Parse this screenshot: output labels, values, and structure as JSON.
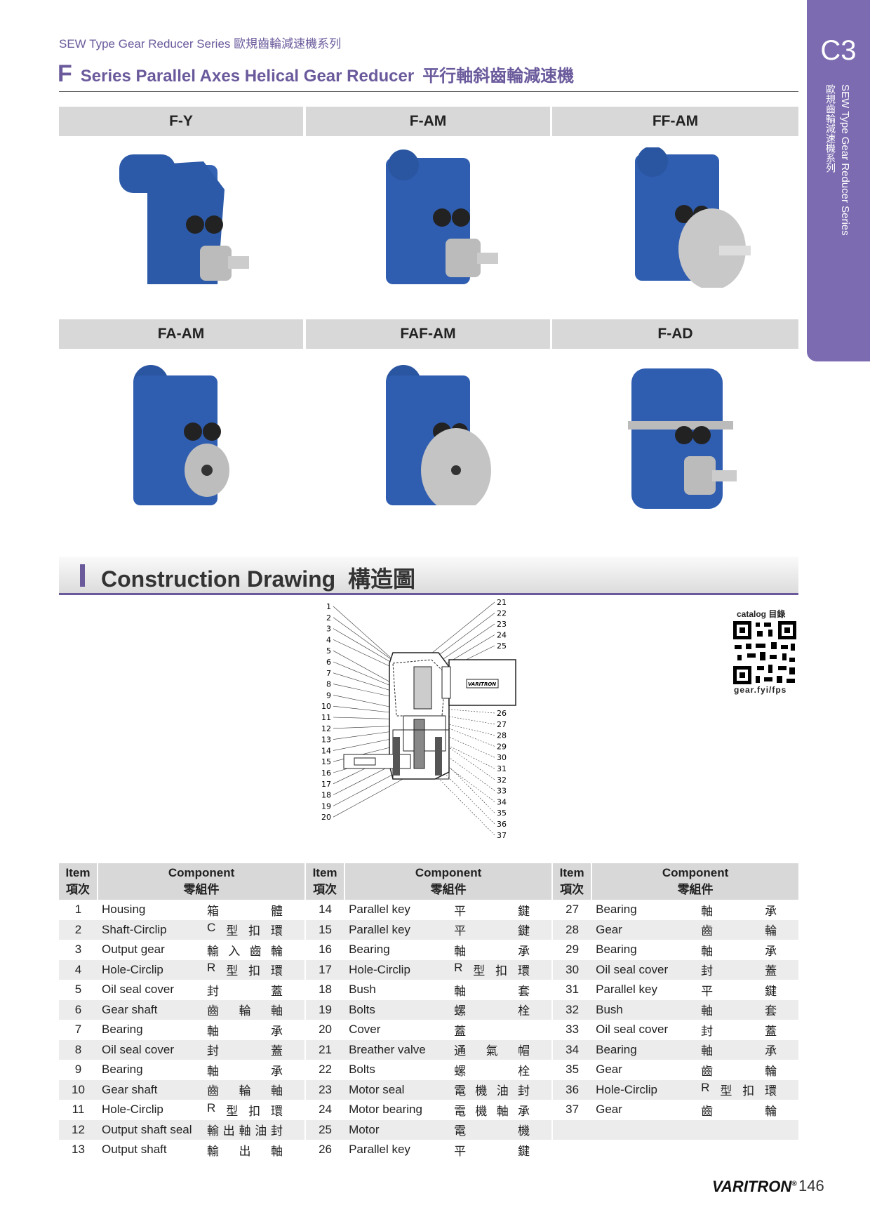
{
  "header": {
    "series_line": "SEW Type Gear Reducer Series 歐規齒輪減速機系列",
    "title_letter": "F",
    "title_en": "Series Parallel Axes Helical Gear Reducer",
    "title_zh": "平行軸斜齒輪減速機"
  },
  "side_tab": {
    "code": "C3",
    "en": "SEW Type Gear Reducer Series",
    "zh": "歐規齒輪減速機系列"
  },
  "colors": {
    "accent": "#6a5a9c",
    "gear_blue": "#2c5aa8",
    "tab": "#7c6bb0"
  },
  "products": [
    {
      "label": "F-Y"
    },
    {
      "label": "F-AM"
    },
    {
      "label": "FF-AM"
    },
    {
      "label": "FA-AM"
    },
    {
      "label": "FAF-AM"
    },
    {
      "label": "F-AD"
    }
  ],
  "section": {
    "title": "Construction Drawing  構造圖"
  },
  "qr": {
    "caption": "catalog 目錄",
    "url": "gear.fyi/fps"
  },
  "drawing": {
    "left_labels": [
      "1",
      "2",
      "3",
      "4",
      "5",
      "6",
      "7",
      "8",
      "9",
      "10",
      "11",
      "12",
      "13",
      "14",
      "15",
      "16",
      "17",
      "18",
      "19",
      "20"
    ],
    "right_top_labels": [
      "21",
      "22",
      "23",
      "24",
      "25"
    ],
    "right_bottom_labels": [
      "26",
      "27",
      "28",
      "29",
      "30",
      "31",
      "32",
      "33",
      "34",
      "35",
      "36",
      "37"
    ],
    "motor_brand": "VARITRON"
  },
  "table": {
    "headers": {
      "item_en": "Item",
      "item_zh": "項次",
      "comp_en": "Component",
      "comp_zh": "零組件"
    },
    "rows": [
      [
        {
          "n": "1",
          "en": "Housing",
          "zh": "箱 體"
        },
        {
          "n": "14",
          "en": "Parallel key",
          "zh": "平 鍵"
        },
        {
          "n": "27",
          "en": "Bearing",
          "zh": "軸 承"
        }
      ],
      [
        {
          "n": "2",
          "en": "Shaft-Circlip",
          "zh": "C 型 扣 環"
        },
        {
          "n": "15",
          "en": "Parallel key",
          "zh": "平 鍵"
        },
        {
          "n": "28",
          "en": "Gear",
          "zh": "齒 輪"
        }
      ],
      [
        {
          "n": "3",
          "en": "Output gear",
          "zh": "輸 入 齒 輪"
        },
        {
          "n": "16",
          "en": "Bearing",
          "zh": "軸 承"
        },
        {
          "n": "29",
          "en": "Bearing",
          "zh": "軸 承"
        }
      ],
      [
        {
          "n": "4",
          "en": "Hole-Circlip",
          "zh": "R 型 扣 環"
        },
        {
          "n": "17",
          "en": "Hole-Circlip",
          "zh": "R 型 扣 環"
        },
        {
          "n": "30",
          "en": "Oil seal cover",
          "zh": "封 蓋"
        }
      ],
      [
        {
          "n": "5",
          "en": "Oil seal cover",
          "zh": "封 蓋"
        },
        {
          "n": "18",
          "en": "Bush",
          "zh": "軸 套"
        },
        {
          "n": "31",
          "en": "Parallel key",
          "zh": "平 鍵"
        }
      ],
      [
        {
          "n": "6",
          "en": "Gear shaft",
          "zh": "齒 輪 軸"
        },
        {
          "n": "19",
          "en": "Bolts",
          "zh": "螺 栓"
        },
        {
          "n": "32",
          "en": "Bush",
          "zh": "軸 套"
        }
      ],
      [
        {
          "n": "7",
          "en": "Bearing",
          "zh": "軸 承"
        },
        {
          "n": "20",
          "en": "Cover",
          "zh": "蓋"
        },
        {
          "n": "33",
          "en": "Oil seal cover",
          "zh": "封 蓋"
        }
      ],
      [
        {
          "n": "8",
          "en": "Oil seal cover",
          "zh": "封 蓋"
        },
        {
          "n": "21",
          "en": "Breather valve",
          "zh": "通 氣 帽"
        },
        {
          "n": "34",
          "en": "Bearing",
          "zh": "軸 承"
        }
      ],
      [
        {
          "n": "9",
          "en": "Bearing",
          "zh": "軸 承"
        },
        {
          "n": "22",
          "en": "Bolts",
          "zh": "螺 栓"
        },
        {
          "n": "35",
          "en": "Gear",
          "zh": "齒 輪"
        }
      ],
      [
        {
          "n": "10",
          "en": "Gear shaft",
          "zh": "齒 輪 軸"
        },
        {
          "n": "23",
          "en": "Motor seal",
          "zh": "電 機 油 封"
        },
        {
          "n": "36",
          "en": "Hole-Circlip",
          "zh": "R 型 扣 環"
        }
      ],
      [
        {
          "n": "11",
          "en": "Hole-Circlip",
          "zh": "R 型 扣 環"
        },
        {
          "n": "24",
          "en": "Motor bearing",
          "zh": "電 機 軸 承"
        },
        {
          "n": "37",
          "en": "Gear",
          "zh": "齒 輪"
        }
      ],
      [
        {
          "n": "12",
          "en": "Output shaft seal",
          "zh": "輸 出 軸 油 封"
        },
        {
          "n": "25",
          "en": "Motor",
          "zh": "電 機"
        },
        {
          "n": "",
          "en": "",
          "zh": ""
        }
      ],
      [
        {
          "n": "13",
          "en": "Output shaft",
          "zh": "輸 出 軸"
        },
        {
          "n": "26",
          "en": "Parallel key",
          "zh": "平 鍵"
        },
        {
          "n": "",
          "en": "",
          "zh": ""
        }
      ]
    ]
  },
  "footer": {
    "brand": "VARITRON",
    "registered": "®",
    "page_number": "146"
  }
}
